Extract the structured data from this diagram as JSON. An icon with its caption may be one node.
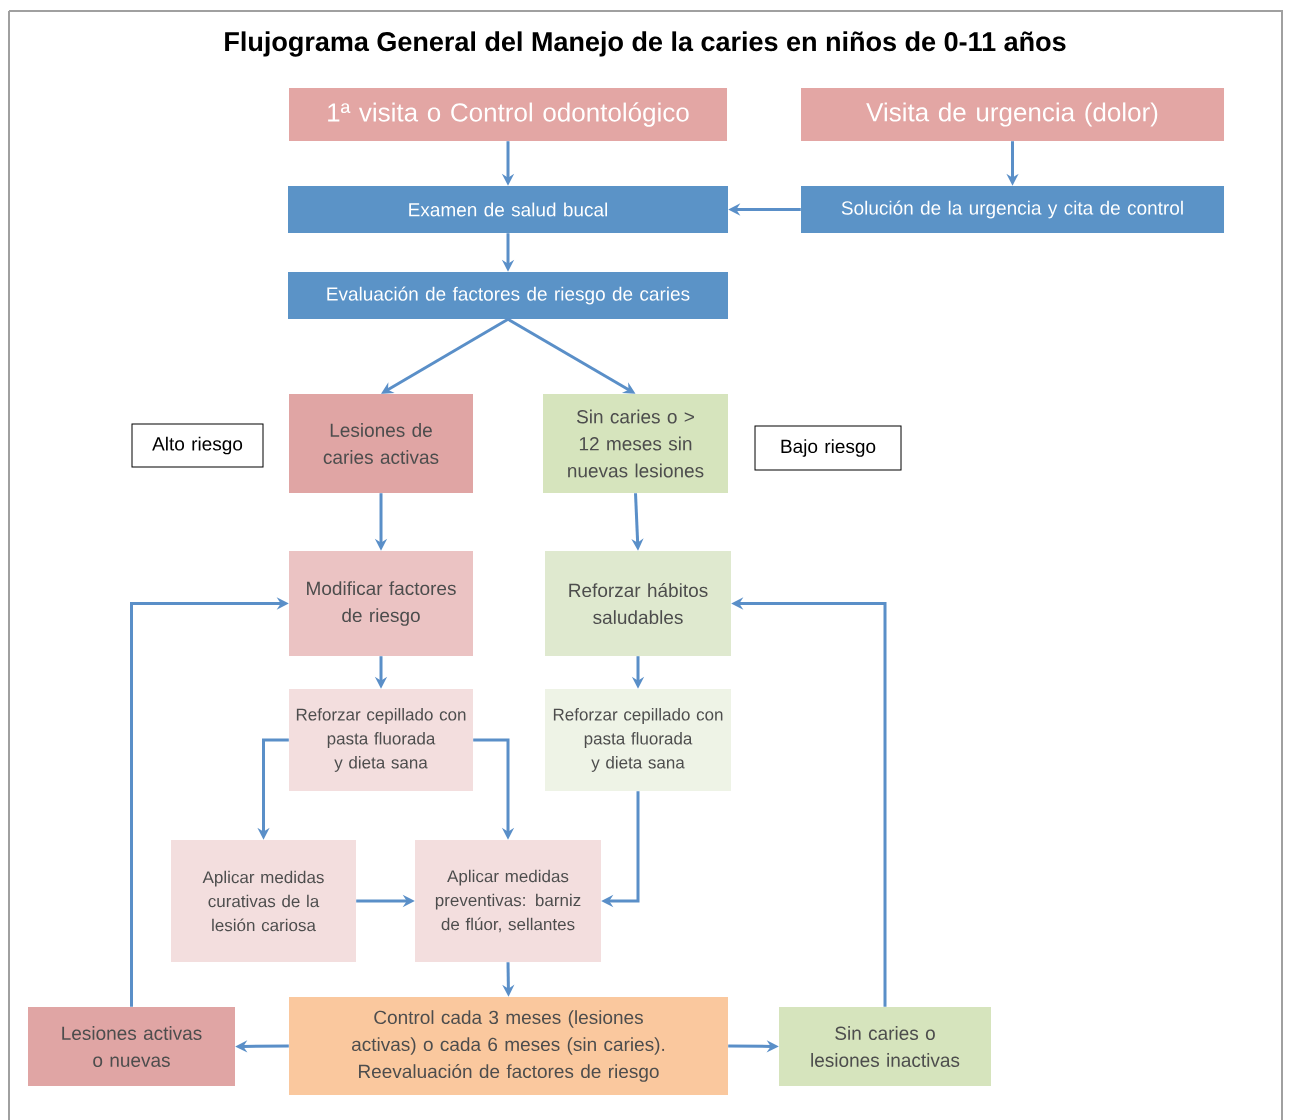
{
  "diagram": {
    "title": "Flujograma General del Manejo de la caries en niños de 0-11 años",
    "nodes": [
      {
        "text": [
          "1ª visita o Control odontológico"
        ]
      },
      {
        "text": [
          "Visita de urgencia (dolor)"
        ]
      },
      {
        "text": [
          "Examen de salud bucal"
        ]
      },
      {
        "text": [
          "Solución de la urgencia y cita de control"
        ]
      },
      {
        "text": [
          "Evaluación de factores de riesgo de caries"
        ]
      },
      {
        "text": [
          "Alto riesgo"
        ]
      },
      {
        "text": [
          "Lesiones de caries activas"
        ]
      },
      {
        "text": [
          "Sin caries o > 12 meses sin nuevas lesiones"
        ]
      },
      {
        "text": [
          "Bajo riesgo"
        ]
      },
      {
        "text": [
          "Modificar factores de riesgo"
        ]
      },
      {
        "text": [
          "Reforzar hábitos saludables"
        ]
      },
      {
        "text": [
          "Reforzar cepillado con pasta fluorada y dieta sana"
        ]
      },
      {
        "text": [
          "Reforzar cepillado con pasta fluorada y dieta sana"
        ]
      },
      {
        "text": [
          "Aplicar medidas curativas de la lesión cariosa"
        ]
      },
      {
        "text": [
          "Aplicar medidas preventivas: barniz de flúor, sellantes"
        ]
      },
      {
        "text": [
          "Lesiones activas o nuevas"
        ]
      },
      {
        "text": [
          "Control cada 3 meses (lesiones activas) o cada 6 meses (sin caries). Reevaluación de factores de riesgo"
        ]
      },
      {
        "text": [
          "Sin caries o lesiones inactivas"
        ]
      }
    ],
    "edges": [
      {
        "from": 0,
        "to": 2,
        "arrow": "to"
      },
      {
        "from": 1,
        "to": 3,
        "arrow": "to"
      },
      {
        "from": 3,
        "to": 2,
        "arrow": "to"
      },
      {
        "from": 2,
        "to": 4,
        "arrow": "to"
      },
      {
        "from": 4,
        "to": 6,
        "arrow": "to"
      },
      {
        "from": 4,
        "to": 7,
        "arrow": "to"
      },
      {
        "from": 6,
        "to": 9,
        "arrow": "to"
      },
      {
        "from": 7,
        "to": 10,
        "arrow": "to"
      },
      {
        "from": 9,
        "to": 11,
        "arrow": "to"
      },
      {
        "from": 10,
        "to": 12,
        "arrow": "to"
      },
      {
        "from": 11,
        "to": 13,
        "arrow": "to"
      },
      {
        "from": 11,
        "to": 14,
        "arrow": "to"
      },
      {
        "from": 13,
        "to": 14,
        "arrow": "to"
      },
      {
        "from": 12,
        "to": 14,
        "arrow": "to"
      },
      {
        "from": 14,
        "to": 16,
        "arrow": "to"
      },
      {
        "from": 16,
        "to": 15,
        "arrow": "to"
      },
      {
        "from": 16,
        "to": 17,
        "arrow": "to"
      },
      {
        "from": 15,
        "to": 9,
        "arrow": "to"
      },
      {
        "from": 17,
        "to": 10,
        "arrow": "to"
      }
    ]
  }
}
